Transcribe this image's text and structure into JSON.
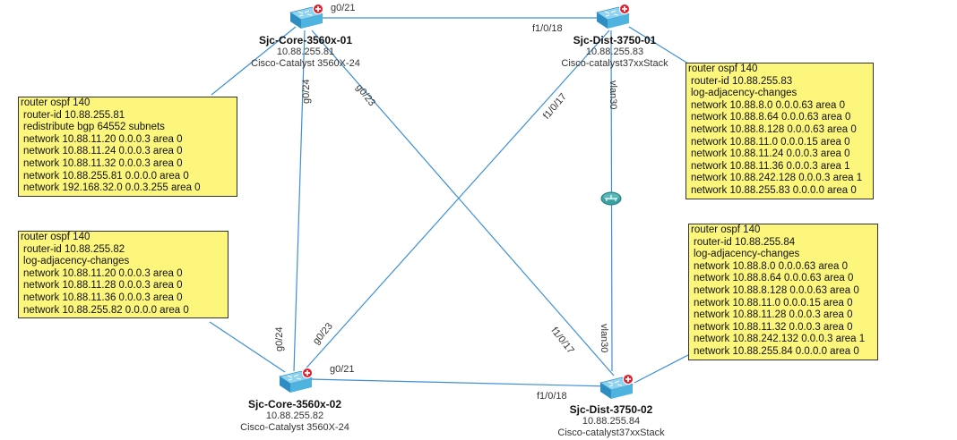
{
  "devices": [
    {
      "id": "core1",
      "name": "Sjc-Core-3560x-01",
      "ip": "10.88.255.81",
      "model": "Cisco-Catalyst 3560X-24"
    },
    {
      "id": "dist1",
      "name": "Sjc-Dist-3750-01",
      "ip": "10.88.255.83",
      "model": "Cisco-catalyst37xxStack"
    },
    {
      "id": "core2",
      "name": "Sjc-Core-3560x-02",
      "ip": "10.88.255.82",
      "model": "Cisco-Catalyst 3560X-24"
    },
    {
      "id": "dist2",
      "name": "Sjc-Dist-3750-02",
      "ip": "10.88.255.84",
      "model": "Cisco-catalyst37xxStack"
    }
  ],
  "link_labels": {
    "core1_dist1_a": "g0/21",
    "core1_dist1_b": "f1/0/18",
    "core1_core2": "g0/24",
    "core1_dist2": "g0/23",
    "dist1_core2": "f1/0/17",
    "dist1_dist2": "vlan30",
    "core2_core1": "g0/24",
    "core2_dist1": "g0/23",
    "core2_dist2_a": "g0/21",
    "core2_dist2_b": "f1/0/18",
    "dist2_core1": "f1/0/17",
    "dist2_dist1": "vlan30"
  },
  "notes": {
    "core1": [
      "router ospf 140",
      "router-id 10.88.255.81",
      "redistribute bgp 64552 subnets",
      "network 10.88.11.20 0.0.0.3 area 0",
      "network 10.88.11.24 0.0.0.3 area 0",
      "network 10.88.11.32 0.0.0.3 area 0",
      "network 10.88.255.81 0.0.0.0 area 0",
      "network 192.168.32.0 0.0.3.255 area 0"
    ],
    "core2": [
      "router ospf 140",
      "router-id 10.88.255.82",
      "log-adjacency-changes",
      "network 10.88.11.20 0.0.0.3 area 0",
      "network 10.88.11.28 0.0.0.3 area 0",
      "network 10.88.11.36 0.0.0.3 area 0",
      "network 10.88.255.82 0.0.0.0 area 0"
    ],
    "dist1": [
      "router ospf 140",
      "router-id 10.88.255.83",
      "log-adjacency-changes",
      "network 10.88.8.0 0.0.0.63 area 0",
      "network 10.88.8.64 0.0.0.63 area 0",
      "network 10.88.8.128 0.0.0.63 area 0",
      "network 10.88.11.0 0.0.0.15 area 0",
      "network 10.88.11.24 0.0.0.3 area 0",
      "network 10.88.11.36 0.0.0.3 area 1",
      "network 10.88.242.128 0.0.0.3 area 1",
      "network 10.88.255.83 0.0.0.0 area 0"
    ],
    "dist2": [
      "router ospf 140",
      "router-id 10.88.255.84",
      "log-adjacency-changes",
      "network 10.88.8.0 0.0.0.63 area 0",
      "network 10.88.8.64 0.0.0.63 area 0",
      "network 10.88.8.128 0.0.0.63 area 0",
      "network 10.88.11.0 0.0.0.15 area 0",
      "network 10.88.11.28 0.0.0.3 area 0",
      "network 10.88.11.32 0.0.0.3 area 0",
      "network 10.88.242.132 0.0.0.3 area 1",
      "network 10.88.255.84 0.0.0.0 area 0"
    ]
  },
  "colors": {
    "link": "#3d8fd6",
    "note_bg": "#fcf67c",
    "switch_body": "#4fb3e0",
    "badge": "#e3202a",
    "router_icon": "#3aa1a3"
  }
}
